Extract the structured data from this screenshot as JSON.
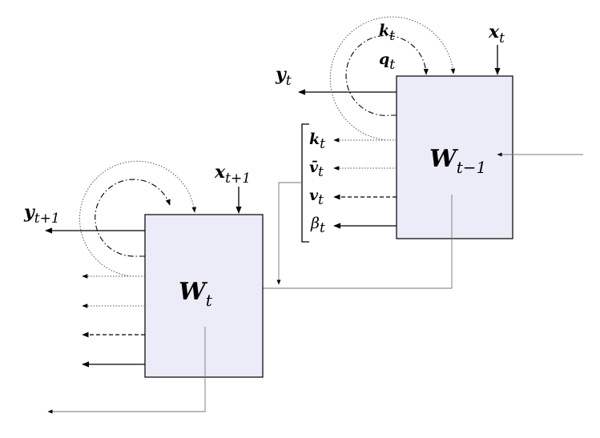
{
  "cell_right": {
    "weight_label": "W",
    "weight_sub": "t−1",
    "input_label": "x",
    "input_sub": "t",
    "output_label": "y",
    "output_sub": "t",
    "key_label": "k",
    "key_sub": "t",
    "query_label": "q",
    "query_sub": "t"
  },
  "cell_left": {
    "weight_label": "W",
    "weight_sub": "t",
    "input_label": "x",
    "input_sub": "t+1",
    "output_label": "y",
    "output_sub": "t+1"
  },
  "side_outputs": [
    {
      "label": "k",
      "sub": "t",
      "style": "dotted"
    },
    {
      "label": "v̄",
      "sub": "t",
      "style": "dotted"
    },
    {
      "label": "v",
      "sub": "t",
      "style": "dashed"
    },
    {
      "label": "β",
      "sub": "t",
      "style": "solid"
    }
  ]
}
